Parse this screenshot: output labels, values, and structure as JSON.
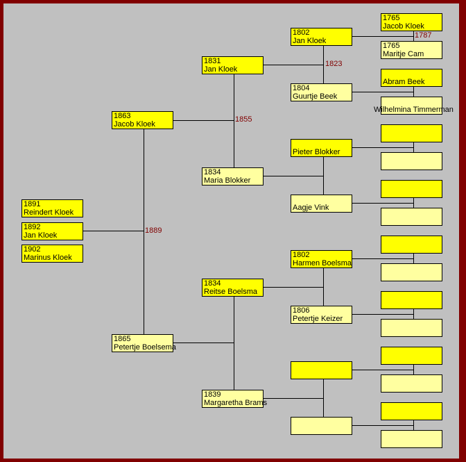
{
  "children": [
    {
      "year": "1891",
      "name": "Reindert Kloek",
      "sex": "m"
    },
    {
      "year": "1892",
      "name": "Jan Kloek",
      "sex": "m"
    },
    {
      "year": "1902",
      "name": "Marinus Kloek",
      "sex": "m"
    }
  ],
  "parents": [
    {
      "year": "1863",
      "name": "Jacob Kloek",
      "sex": "m"
    },
    {
      "year": "1865",
      "name": "Petertje Boelsema",
      "sex": "f"
    }
  ],
  "grandparents": [
    {
      "year": "1831",
      "name": "Jan Kloek",
      "sex": "m"
    },
    {
      "year": "1834",
      "name": "Maria Blokker",
      "sex": "f"
    },
    {
      "year": "1834",
      "name": "Reitse Boelsma",
      "sex": "m"
    },
    {
      "year": "1839",
      "name": "Margaretha Brams",
      "sex": "f"
    }
  ],
  "great_grandparents": [
    {
      "year": "1802",
      "name": "Jan Kloek",
      "sex": "m"
    },
    {
      "year": "1804",
      "name": "Guurtje Beek",
      "sex": "f"
    },
    {
      "year": "",
      "name": "Pieter Blokker",
      "sex": "m"
    },
    {
      "year": "",
      "name": "Aagje Vink",
      "sex": "f"
    },
    {
      "year": "1802",
      "name": "Harmen Boelsma",
      "sex": "m"
    },
    {
      "year": "1806",
      "name": "Petertje Keizer",
      "sex": "f"
    },
    {
      "year": "",
      "name": "",
      "sex": "m"
    },
    {
      "year": "",
      "name": "",
      "sex": "f"
    }
  ],
  "great_great_grandparents": [
    {
      "year": "1765",
      "name": "Jacob Kloek",
      "sex": "m"
    },
    {
      "year": "1765",
      "name": "Maritje Cam",
      "sex": "f"
    },
    {
      "year": "",
      "name": "Abram Beek",
      "sex": "m"
    },
    {
      "year": "",
      "name": "Wilhelmina Timmerman",
      "sex": "f"
    },
    {
      "year": "",
      "name": "",
      "sex": "m"
    },
    {
      "year": "",
      "name": "",
      "sex": "f"
    },
    {
      "year": "",
      "name": "",
      "sex": "m"
    },
    {
      "year": "",
      "name": "",
      "sex": "f"
    },
    {
      "year": "",
      "name": "",
      "sex": "m"
    },
    {
      "year": "",
      "name": "",
      "sex": "f"
    },
    {
      "year": "",
      "name": "",
      "sex": "m"
    },
    {
      "year": "",
      "name": "",
      "sex": "f"
    },
    {
      "year": "",
      "name": "",
      "sex": "m"
    },
    {
      "year": "",
      "name": "",
      "sex": "f"
    },
    {
      "year": "",
      "name": "",
      "sex": "m"
    },
    {
      "year": "",
      "name": "",
      "sex": "f"
    }
  ],
  "marriage_dates": {
    "parents": "1889",
    "kloek_blokker": "1855",
    "kloek_beek": "1823",
    "kloek_cam": "1787"
  },
  "colors": {
    "male": "#ffff00",
    "female": "#ffffa0",
    "frame": "#800000",
    "background": "#c0c0c0",
    "date": "#800000"
  }
}
